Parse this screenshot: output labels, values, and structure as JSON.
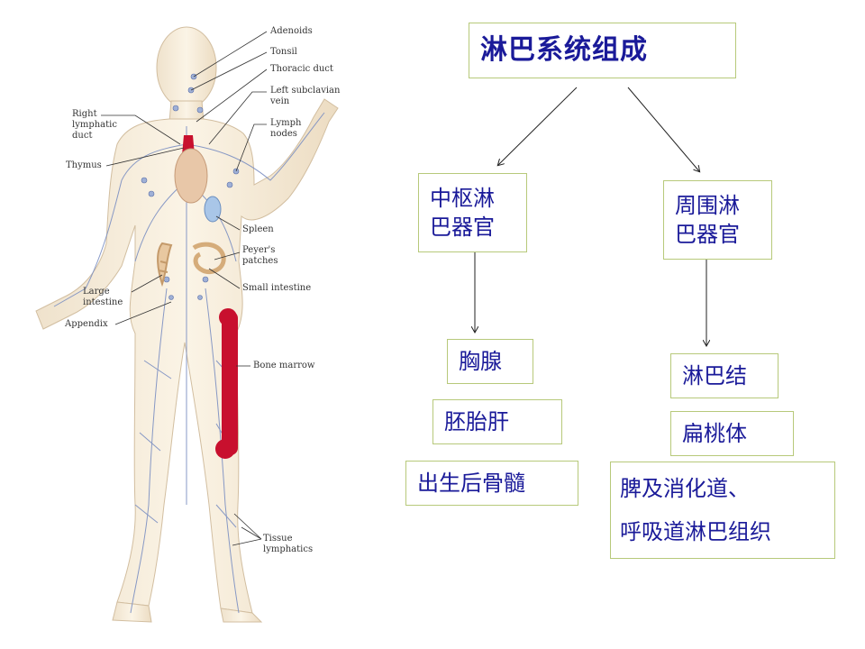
{
  "figure_labels": {
    "adenoids": "Adenoids",
    "tonsil": "Tonsil",
    "thoracic_duct": "Thoracic duct",
    "left_subclavian_vein": "Left subclavian\nvein",
    "lymph_nodes": "Lymph\nnodes",
    "right_lymphatic_duct": "Right\nlymphatic\nduct",
    "thymus": "Thymus",
    "spleen": "Spleen",
    "peyers_patches": "Peyer's\npatches",
    "small_intestine": "Small intestine",
    "large_intestine": "Large\nintestine",
    "appendix": "Appendix",
    "bone_marrow": "Bone marrow",
    "tissue_lymphatics": "Tissue\nlymphatics"
  },
  "diagram": {
    "title": "淋巴系统组成",
    "central": {
      "label": "中枢淋\n巴器官",
      "children": [
        "胸腺",
        "胚胎肝",
        "出生后骨髓"
      ]
    },
    "peripheral": {
      "label": "周围淋\n巴器官",
      "children": [
        "淋巴结",
        "扁桃体"
      ],
      "mucosal": [
        "脾及消化道、",
        "呼吸道淋巴组织"
      ]
    }
  },
  "colors": {
    "box_border": "#b7c97a",
    "text": "#1a1a99",
    "bone": "#c8102e",
    "lymph": "#7b8fc2"
  }
}
